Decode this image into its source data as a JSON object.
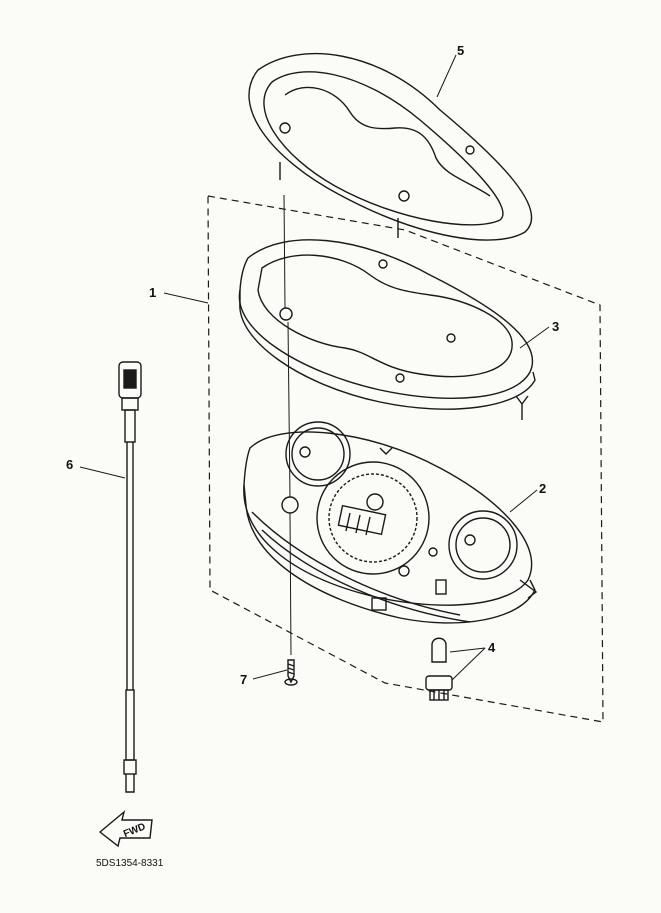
{
  "labels": {
    "p1": "1",
    "p2": "2",
    "p3": "3",
    "p4": "4",
    "p5": "5",
    "p6": "6",
    "p7": "7"
  },
  "fwd_arrow": "FWD",
  "drawing_code": "5DS1354-8331",
  "colors": {
    "line": "#1a1a1a",
    "paper": "#fbfbf8"
  }
}
